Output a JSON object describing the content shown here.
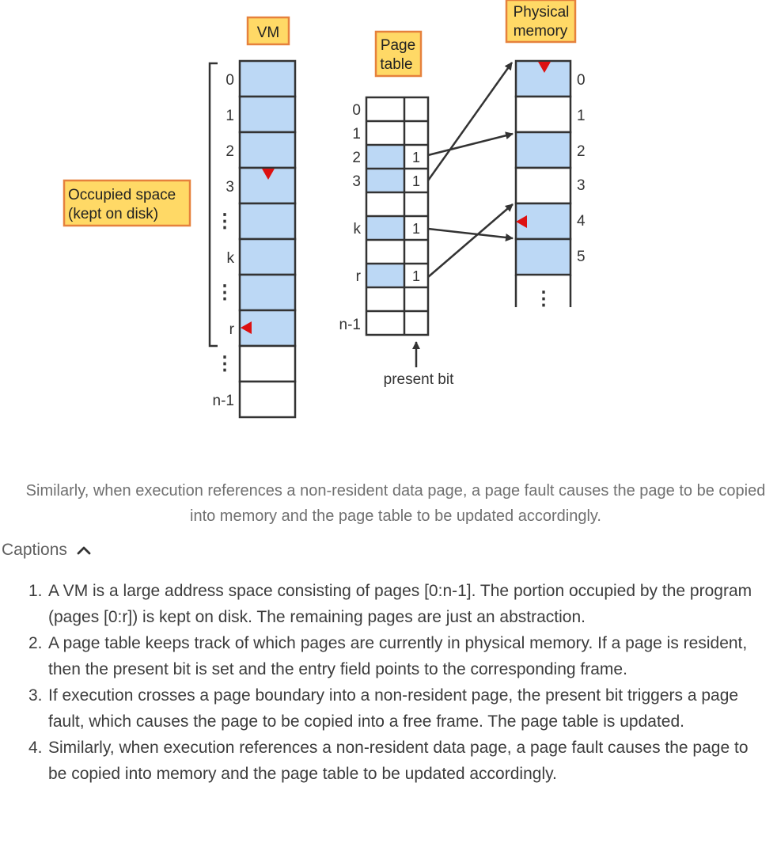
{
  "diagram": {
    "vm_label": "VM",
    "page_table_label_line1": "Page",
    "page_table_label_line2": "table",
    "physical_label_line1": "Physical",
    "physical_label_line2": "memory",
    "occupied_label_line1": "Occupied space",
    "occupied_label_line2": "(kept on disk)",
    "vm_row_labels": [
      "0",
      "1",
      "2",
      "3",
      "⋮",
      "k",
      "⋮",
      "r",
      "⋮",
      "n-1"
    ],
    "page_table_row_labels": [
      "0",
      "1",
      "2",
      "3",
      "",
      "k",
      "",
      "r",
      "",
      "n-1"
    ],
    "present_bits": [
      "",
      "",
      "1",
      "1",
      "",
      "1",
      "",
      "1",
      "",
      ""
    ],
    "physical_row_labels": [
      "0",
      "1",
      "2",
      "3",
      "4",
      "5"
    ],
    "physical_more": "⋮",
    "present_bit_label": "present bit",
    "colors": {
      "resident_fill": "#bcd8f5",
      "label_fill": "#ffd966",
      "label_border": "#e6813c",
      "fault_marker": "#dd1111",
      "line": "#333333"
    }
  },
  "caption_text": "Similarly, when execution references a non-resident data page, a page fault causes the page to be copied into memory and the page table to be updated accordingly.",
  "captions_toggle": {
    "label": "Captions",
    "icon": "chevron-up-icon"
  },
  "captions": [
    {
      "num": "1.",
      "text": "A VM is a large address space consisting of pages [0:n-1]. The portion occupied by the program (pages [0:r]) is kept on disk. The remaining pages are just an abstraction."
    },
    {
      "num": "2.",
      "text": "A page table keeps track of which pages are currently in physical memory. If a page is resident, then the present bit is set and the entry field points to the corresponding frame."
    },
    {
      "num": "3.",
      "text": "If execution crosses a page boundary into a non-resident page, the present bit triggers a page fault, which causes the page to be copied into a free frame. The page table is updated."
    },
    {
      "num": "4.",
      "text": "Similarly, when execution references a non-resident data page, a page fault causes the page to be copied into memory and the page table to be updated accordingly."
    }
  ]
}
